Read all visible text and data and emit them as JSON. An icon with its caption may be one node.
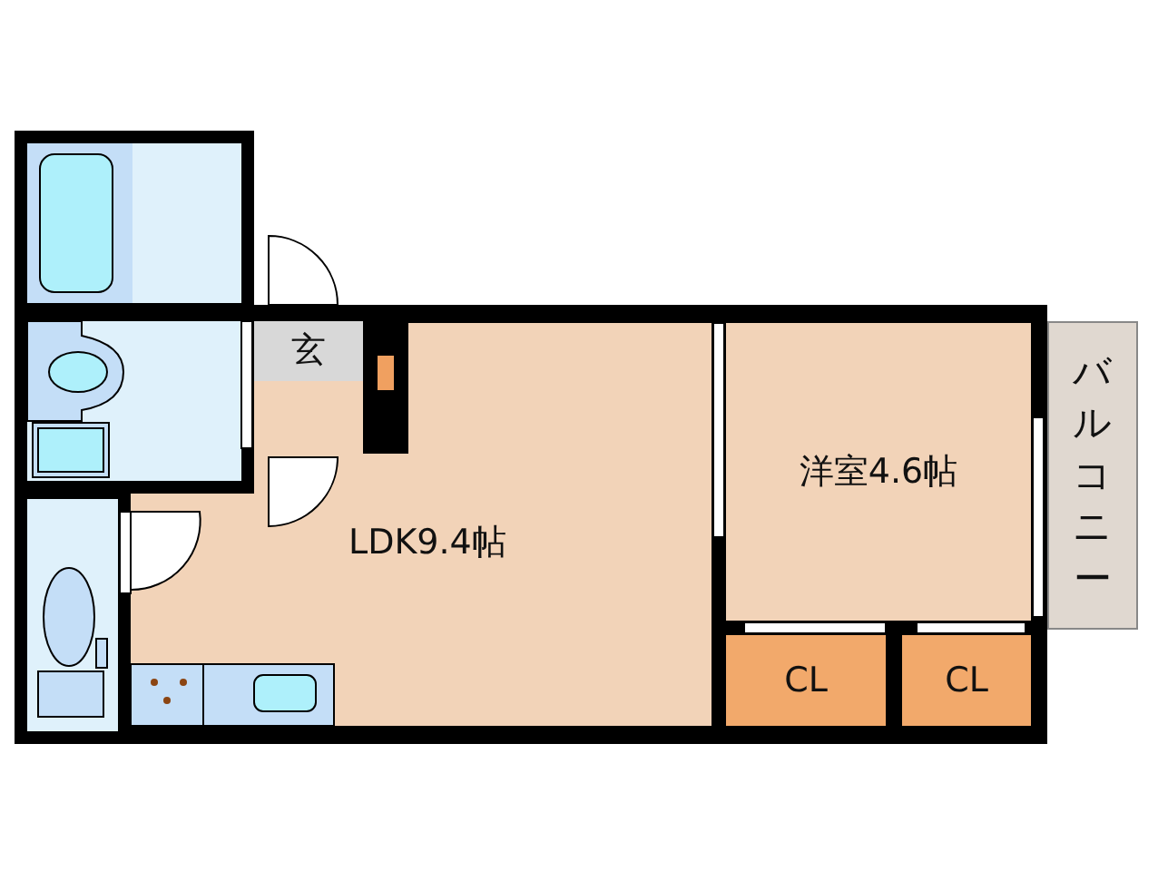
{
  "diagram": {
    "nodes": [
      {
        "text": [
          "玄"
        ],
        "in": 3
      },
      {
        "text": [
          "洋室4.6帖"
        ]
      },
      {
        "text": [
          "バルコニー"
        ]
      },
      {
        "text": [
          "LDK9.4帖"
        ]
      },
      {
        "text": [
          "CL"
        ]
      },
      {
        "text": [
          "CL"
        ]
      }
    ]
  }
}
